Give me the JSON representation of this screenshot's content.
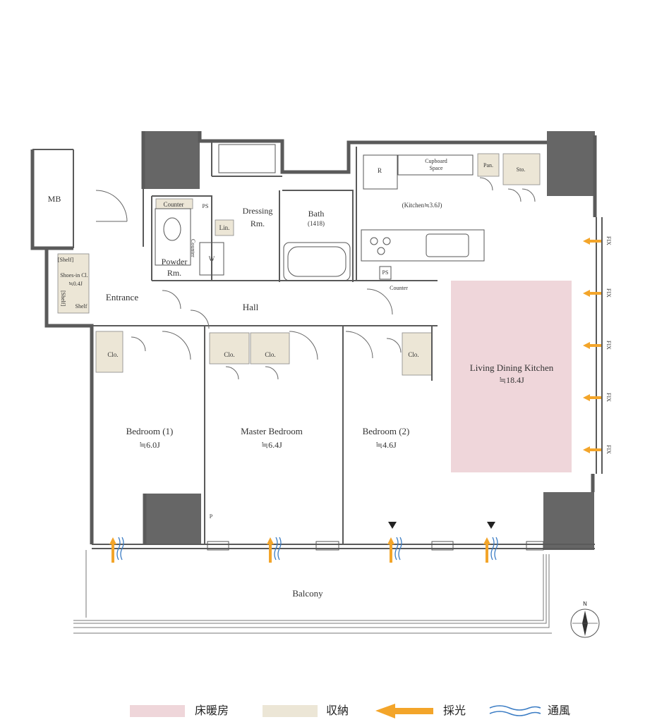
{
  "rooms": {
    "mb": "MB",
    "entrance": "Entrance",
    "shoes_cl": "Shoes-in Cl.",
    "shoes_area": "≒0.4J",
    "shelf_top": "[Shelf]",
    "shelf_side": "[Shelf]",
    "shelf_bottom": "Shelf",
    "counter_powder": "Counter",
    "ps_powder": "PS",
    "counter_vertical": "Counter",
    "powder_line1": "Powder",
    "powder_line2": "Rm.",
    "w": "W",
    "lin": "Lin.",
    "dressing_line1": "Dressing",
    "dressing_line2": "Rm.",
    "bath_line1": "Bath",
    "bath_line2": "(1418)",
    "hall": "Hall",
    "r": "R",
    "cupboard_line1": "Cupboard",
    "cupboard_line2": "Space",
    "pan": "Pan.",
    "sto": "Sto.",
    "kitchen": "(Kitchen≒3.6J)",
    "ps_kitchen": "PS",
    "counter_kitchen": "Counter",
    "ldk_line1": "Living Dining Kitchen",
    "ldk_line2": "≒18.4J",
    "bedroom1_line1": "Bedroom (1)",
    "bedroom1_line2": "≒6.0J",
    "master_line1": "Master Bedroom",
    "master_line2": "≒6.4J",
    "bedroom2_line1": "Bedroom (2)",
    "bedroom2_line2": "≒4.6J",
    "clo1": "Clo.",
    "clo2": "Clo.",
    "clo3": "Clo.",
    "clo4": "Clo.",
    "balcony": "Balcony",
    "ps_master": "P",
    "fix": [
      "FIX",
      "FIX",
      "FIX",
      "FIX",
      "FIX"
    ]
  },
  "compass": {
    "label": "N"
  },
  "legend": {
    "floor_heating": "床暖房",
    "storage": "収納",
    "daylight": "採光",
    "ventilation": "通風"
  },
  "colors": {
    "wall": "#5a5a5a",
    "column": "#666666",
    "floor_heating": "#efd6da",
    "storage": "#ece6d6",
    "daylight_arrow": "#f3a52a",
    "ventilation": "#3a7cc4"
  }
}
